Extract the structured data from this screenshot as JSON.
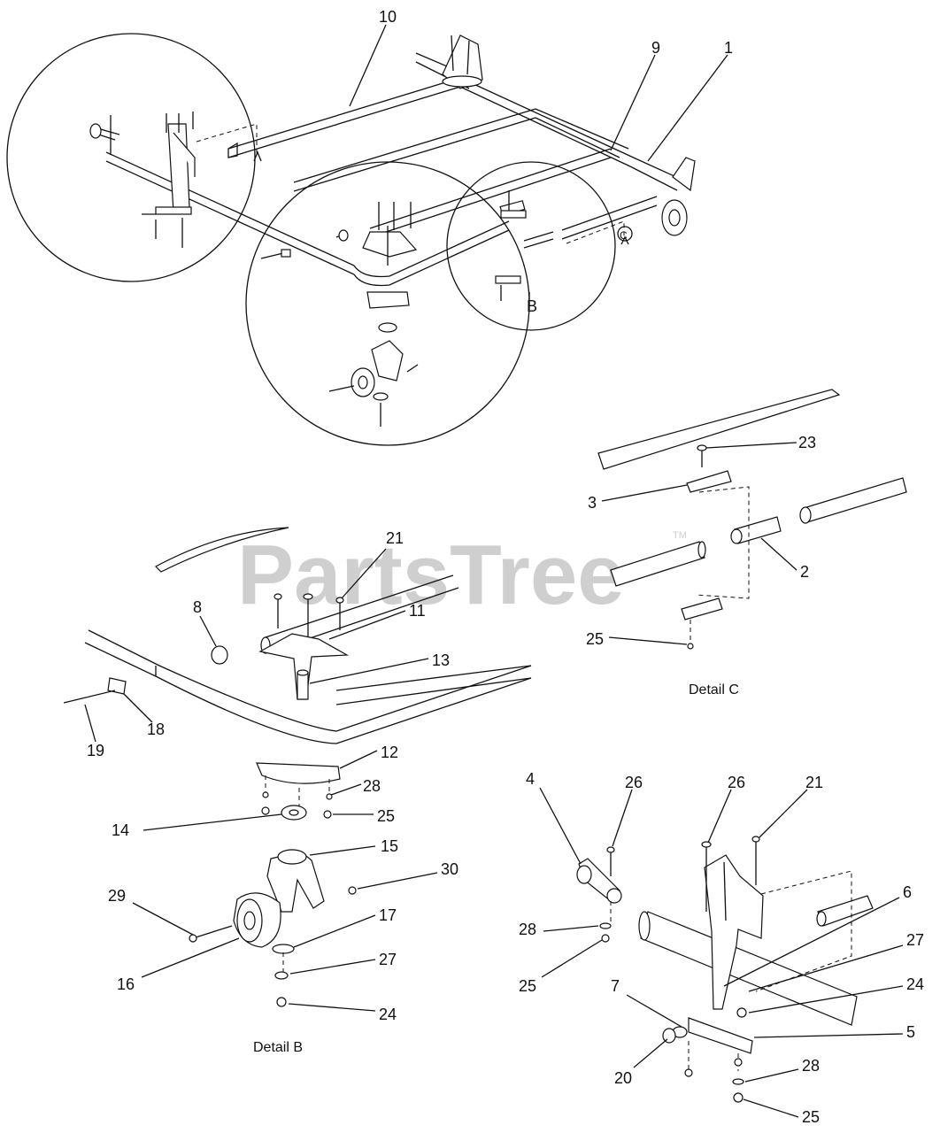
{
  "watermark": {
    "text": "PartsTree",
    "mark": "TM"
  },
  "captions": {
    "detail_b": "Detail B",
    "detail_c": "Detail C"
  },
  "callouts": {
    "c1": "1",
    "c9": "9",
    "c10": "10",
    "b21": "21",
    "b8": "8",
    "b11": "11",
    "b13": "13",
    "b18": "18",
    "b19": "19",
    "b12": "12",
    "b28": "28",
    "b14": "14",
    "b25": "25",
    "b15": "15",
    "b30": "30",
    "b29": "29",
    "b17": "17",
    "b16": "16",
    "b27": "27",
    "b24": "24",
    "c23": "23",
    "c3": "3",
    "c2": "2",
    "c25": "25",
    "a4": "4",
    "a26a": "26",
    "a26b": "26",
    "a21": "21",
    "a6": "6",
    "a27": "27",
    "a28a": "28",
    "a25a": "25",
    "a24": "24",
    "a7": "7",
    "a5": "5",
    "a20": "20",
    "a28b": "28",
    "a25b": "25"
  },
  "detail_markers": {
    "b": "B",
    "c": "C"
  }
}
